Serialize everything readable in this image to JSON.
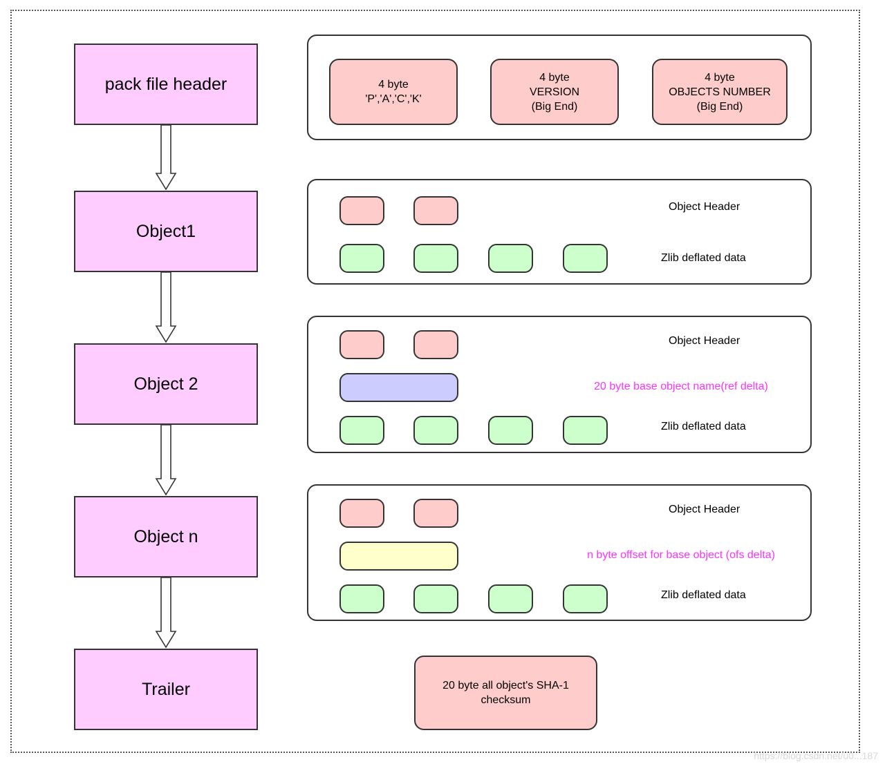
{
  "left_flow": {
    "blocks": [
      "pack file header",
      "Object1",
      "Object 2",
      "Object n",
      "Trailer"
    ]
  },
  "header_panel": {
    "signature": "4 byte\n'P','A','C','K'",
    "version": "4 byte\nVERSION\n(Big End)",
    "objects_number": "4 byte\nOBJECTS NUMBER\n(Big End)"
  },
  "object1_panel": {
    "header_label": "Object Header",
    "data_label": "Zlib deflated data"
  },
  "object2_panel": {
    "header_label": "Object Header",
    "ref_label": "20 byte base object name(ref delta)",
    "data_label": "Zlib deflated data"
  },
  "objectn_panel": {
    "header_label": "Object Header",
    "ofs_label": "n byte offset for base object (ofs delta)",
    "data_label": "Zlib deflated data"
  },
  "trailer_box": {
    "text": "20 byte all object's SHA-1\nchecksum"
  },
  "watermark": "https://blog.csdn.net/u0...187",
  "colors": {
    "block": "#ffccff",
    "header_cell": "#ffcccc",
    "data_cell": "#ccffcc",
    "ref_cell": "#ccccff",
    "ofs_cell": "#ffffcc",
    "delta_text": "#ff33ff"
  }
}
